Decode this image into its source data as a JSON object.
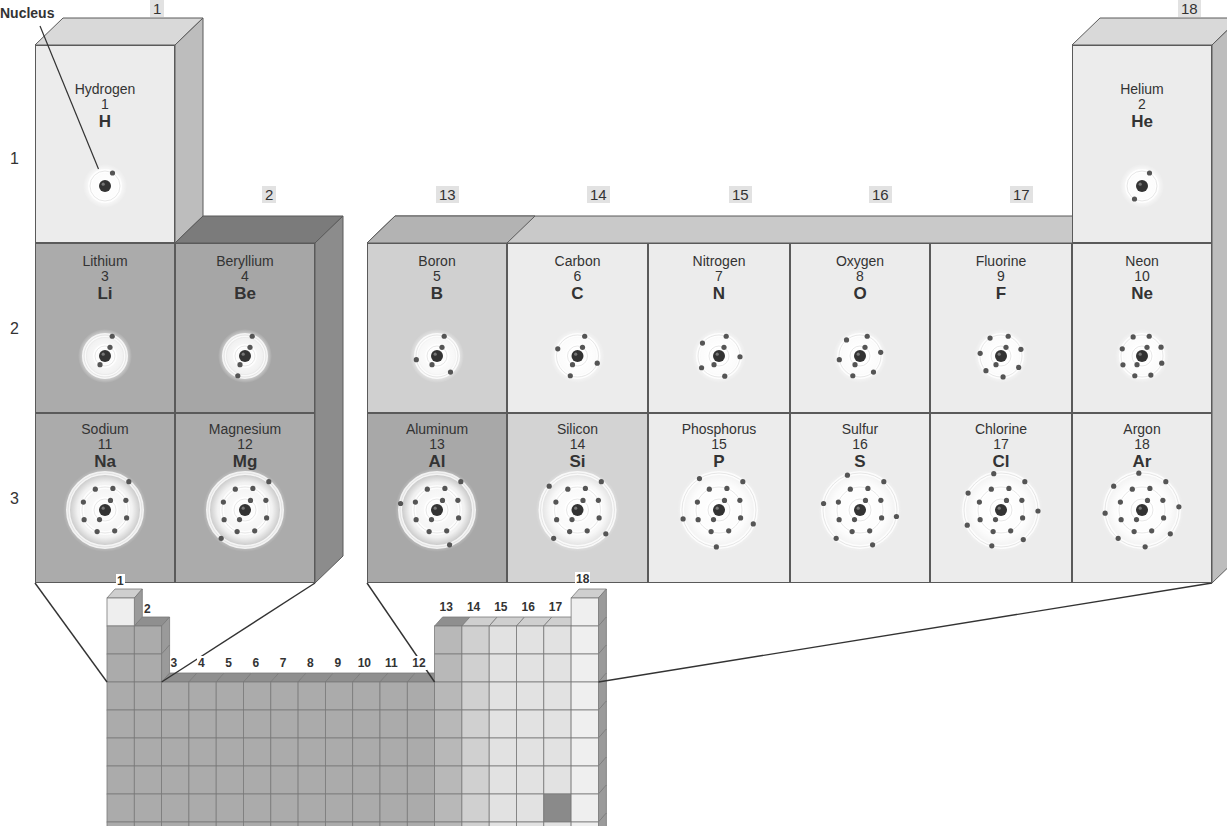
{
  "diagram": {
    "nodes": [
      {
        "text": [
          "Hydrogen",
          "1",
          "H"
        ]
      },
      {
        "text": [
          "Helium",
          "2",
          "He"
        ]
      },
      {
        "text": [
          "Lithium",
          "3",
          "Li"
        ]
      },
      {
        "text": [
          "Beryllium",
          "4",
          "Be"
        ]
      },
      {
        "text": [
          "Boron",
          "5",
          "B"
        ]
      },
      {
        "text": [
          "Carbon",
          "6",
          "C"
        ]
      },
      {
        "text": [
          "Nitrogen",
          "7",
          "N"
        ]
      },
      {
        "text": [
          "Oxygen",
          "8",
          "O"
        ]
      },
      {
        "text": [
          "Fluorine",
          "9",
          "F"
        ]
      },
      {
        "text": [
          "Neon",
          "10",
          "Ne"
        ]
      },
      {
        "text": [
          "Sodium",
          "11",
          "Na"
        ]
      },
      {
        "text": [
          "Magnesium",
          "12",
          "Mg"
        ]
      },
      {
        "text": [
          "Aluminum",
          "13",
          "Al"
        ]
      },
      {
        "text": [
          "Silicon",
          "14",
          "Si"
        ]
      },
      {
        "text": [
          "Phosphorus",
          "15",
          "P"
        ]
      },
      {
        "text": [
          "Sulfur",
          "16",
          "S"
        ]
      },
      {
        "text": [
          "Chlorine",
          "17",
          "Cl"
        ]
      },
      {
        "text": [
          "Argon",
          "18",
          "Ar"
        ]
      }
    ],
    "labels": [
      "Nucleus",
      "1",
      "18",
      "2",
      "13",
      "14",
      "15",
      "16",
      "17",
      "1",
      "2",
      "3",
      "1",
      "2",
      "3",
      "4",
      "5",
      "6",
      "7",
      "8",
      "9",
      "10",
      "11",
      "12",
      "13",
      "14",
      "15",
      "16",
      "17",
      "18"
    ]
  }
}
